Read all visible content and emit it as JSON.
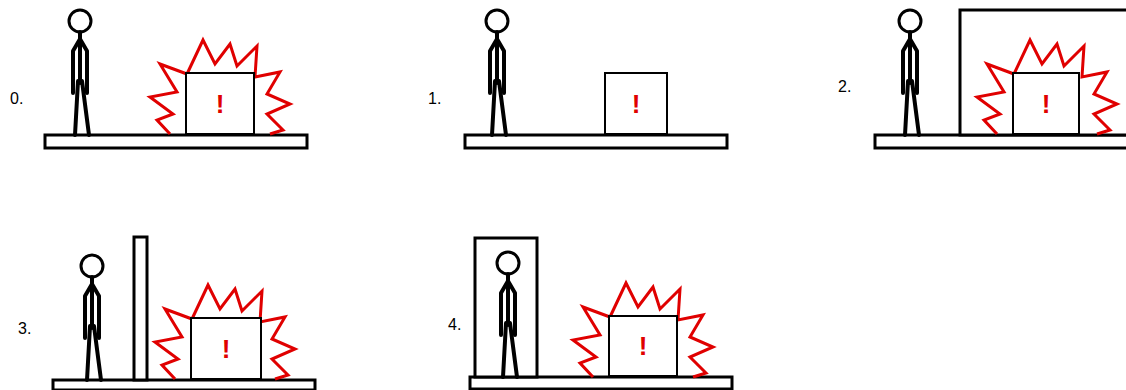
{
  "diagram": {
    "nodes": [
      {
        "text": [
          "!"
        ]
      },
      {
        "text": [
          "!"
        ]
      },
      {
        "text": [
          "!"
        ]
      },
      {
        "text": [
          "!"
        ]
      },
      {
        "text": [
          "!"
        ]
      }
    ],
    "labels": [
      "0.",
      "1.",
      "2.",
      "3.",
      "4."
    ]
  }
}
